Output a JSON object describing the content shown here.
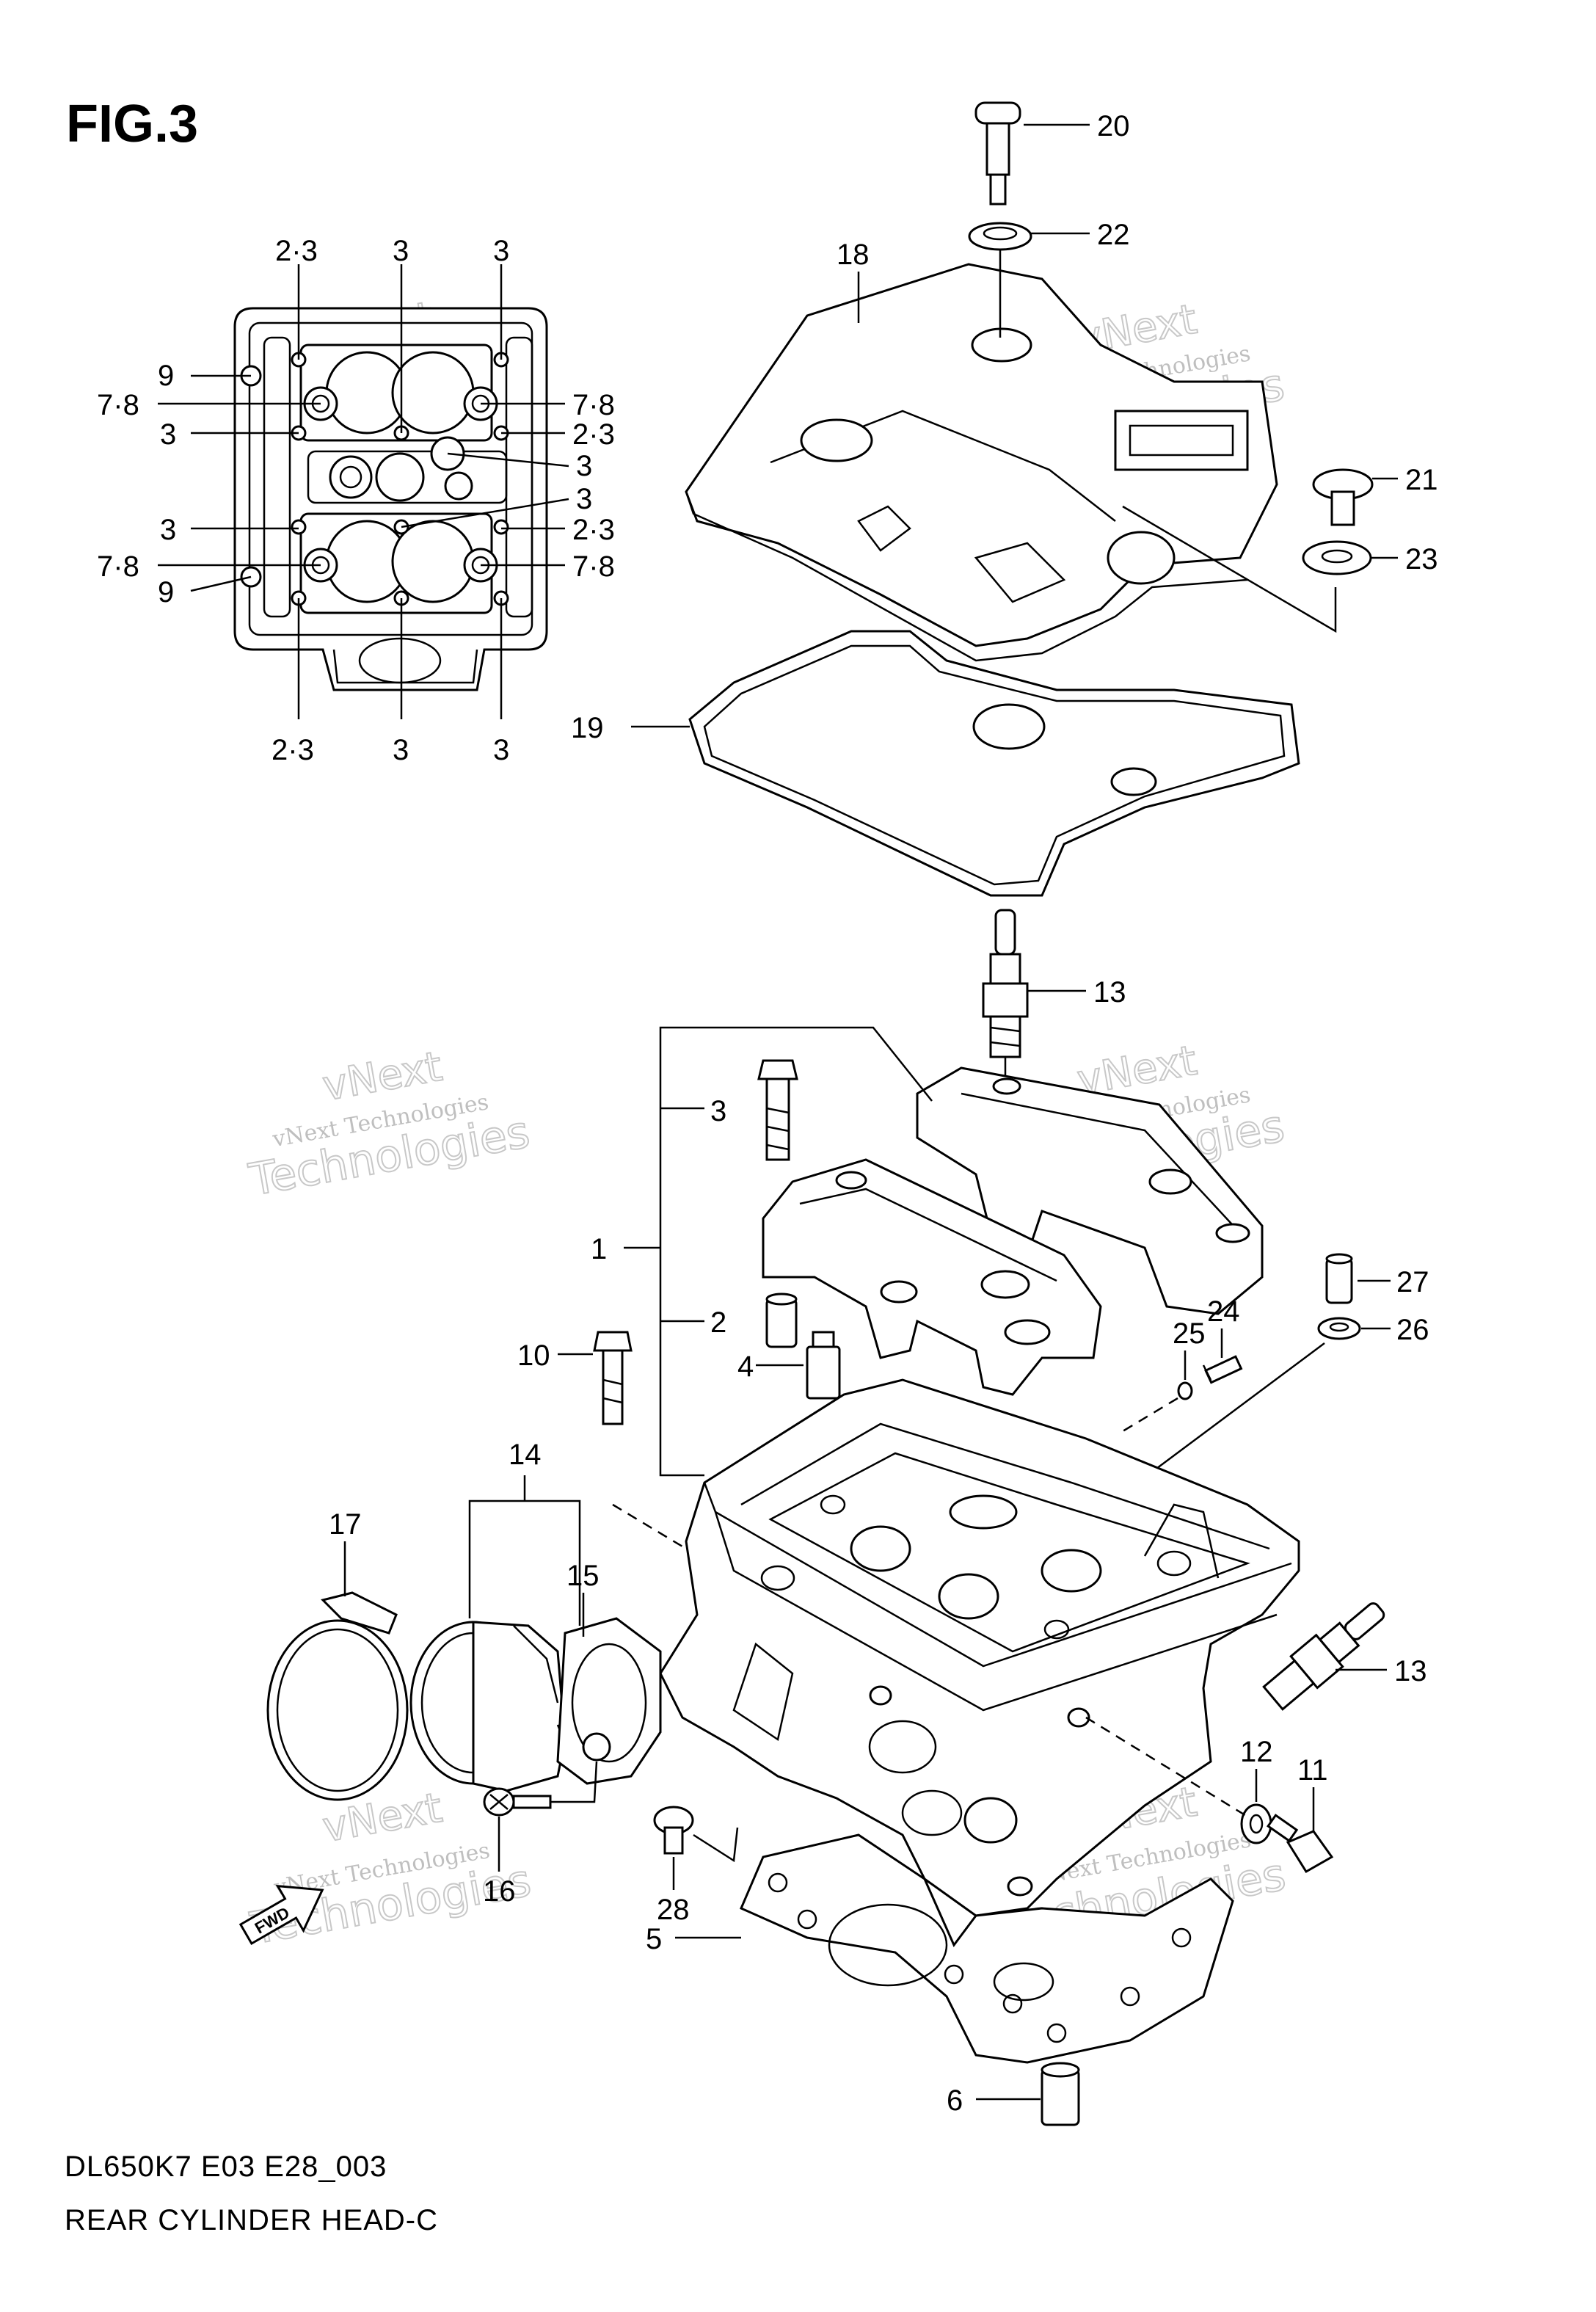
{
  "figure": {
    "title": "FIG.3",
    "model_code": "DL650K7 E03 E28_003",
    "caption": "REAR CYLINDER HEAD-C"
  },
  "watermark": {
    "line1": "vNext",
    "line2": "vNext Technologies",
    "line3": "Technologies"
  },
  "inset_callouts": {
    "c1": "2·3",
    "c2": "3",
    "c3": "3",
    "c4": "9",
    "c5": "7·8",
    "c6": "3",
    "c7": "7·8",
    "c8": "2·3",
    "c9": "3",
    "c10": "3",
    "c11": "2·3",
    "c12": "7·8",
    "c13": "7·8",
    "c14": "9",
    "c15": "2·3",
    "c16": "3",
    "c17": "3"
  },
  "callouts": {
    "p20": "20",
    "p22": "22",
    "p18": "18",
    "p21": "21",
    "p23": "23",
    "p19": "19",
    "p13a": "13",
    "p3": "3",
    "p1": "1",
    "p2": "2",
    "p4": "4",
    "p10": "10",
    "p27": "27",
    "p26": "26",
    "p25": "25",
    "p24": "24",
    "p14": "14",
    "p17": "17",
    "p15": "15",
    "p13b": "13",
    "p12": "12",
    "p11": "11",
    "p16": "16",
    "p28": "28",
    "p5": "5",
    "p6": "6"
  },
  "icons": {
    "forward": "fwd-arrow-icon"
  }
}
